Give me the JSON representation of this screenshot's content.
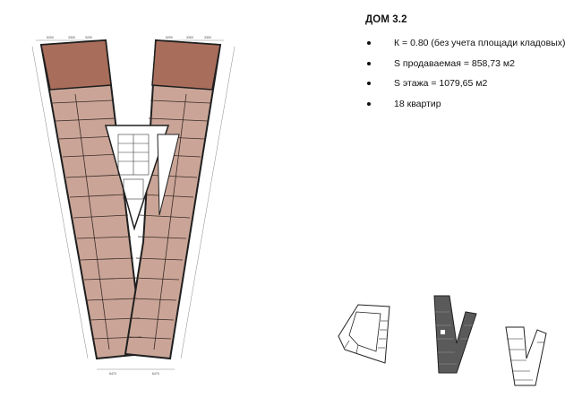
{
  "title": "ДОМ 3.2",
  "specs": [
    "К = 0.80 (без учета площади кладовых)",
    "S продаваемая = 858,73 м2",
    "S этажа = 1079,65 м2",
    "18 квартир"
  ],
  "colors": {
    "apartment_fill": "#c9a395",
    "apartment_fill_dark": "#a56a57",
    "wall": "#1f1f1f",
    "key_highlight": "#5a5a5a"
  },
  "dimension_labels": {
    "top_left": [
      "5200",
      "3300",
      "3200"
    ],
    "top_right": [
      "5200",
      "3300",
      "3300"
    ],
    "bottom": [
      "6470",
      "6470"
    ]
  },
  "key_plans": [
    {
      "name": "left-building",
      "highlighted": false
    },
    {
      "name": "house-3-2",
      "highlighted": true
    },
    {
      "name": "right-building",
      "highlighted": false
    }
  ]
}
